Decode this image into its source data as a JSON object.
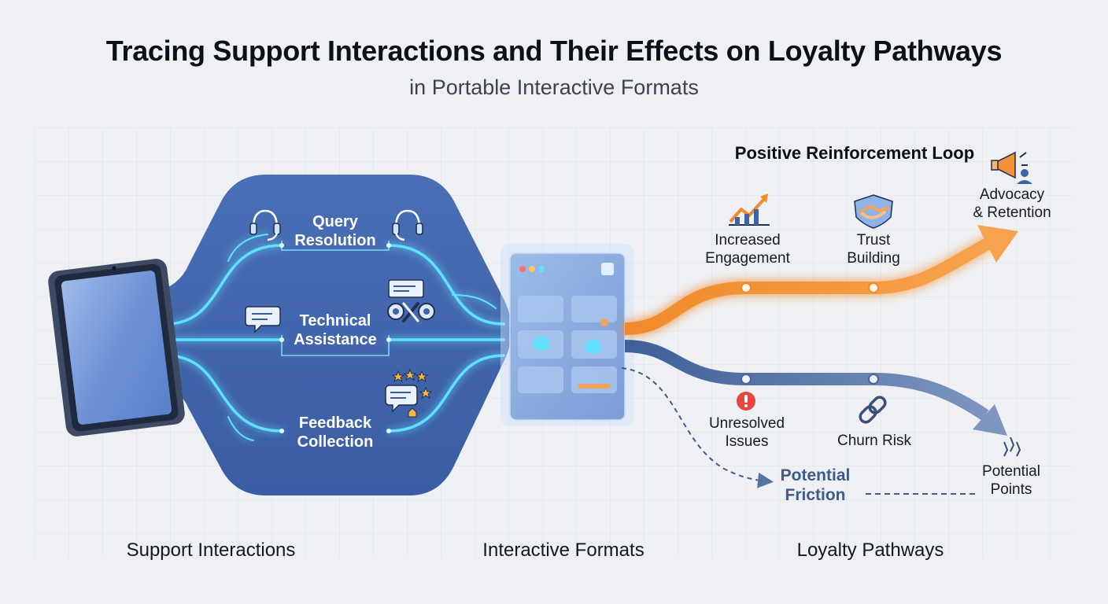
{
  "title": "Tracing Support Interactions and Their Effects on Loyalty Pathways",
  "subtitle": "in Portable Interactive Formats",
  "support": {
    "query_resolution": "Query\nResolution",
    "technical_assistance": "Technical\nAssistance",
    "feedback_collection": "Feedback\nCollection"
  },
  "positive": {
    "loop_title": "Positive Reinforcement Loop",
    "increased_engagement": "Increased\nEngagement",
    "trust_building": "Trust\nBuilding",
    "advocacy_retention": "Advocacy\n& Retention"
  },
  "negative": {
    "unresolved_issues": "Unresolved\nIssues",
    "churn_risk": "Churn Risk",
    "potential_friction": "Potential\nFriction",
    "potential_points": "Potential\nPoints"
  },
  "sections": {
    "support_interactions": "Support Interactions",
    "interactive_formats": "Interactive Formats",
    "loyalty_pathways": "Loyalty Pathways"
  },
  "colors": {
    "blob": "#3f63a9",
    "glow": "#5fe1ff",
    "positive": "#f4903a",
    "negative": "#56739f"
  },
  "icons": [
    "tablet-icon",
    "headset-icon",
    "chat-bubble-icon",
    "gears-wrench-icon",
    "rating-chat-icon",
    "trend-up-icon",
    "handshake-icon",
    "megaphone-icon",
    "alert-icon",
    "link-icon",
    "spark-icon"
  ]
}
